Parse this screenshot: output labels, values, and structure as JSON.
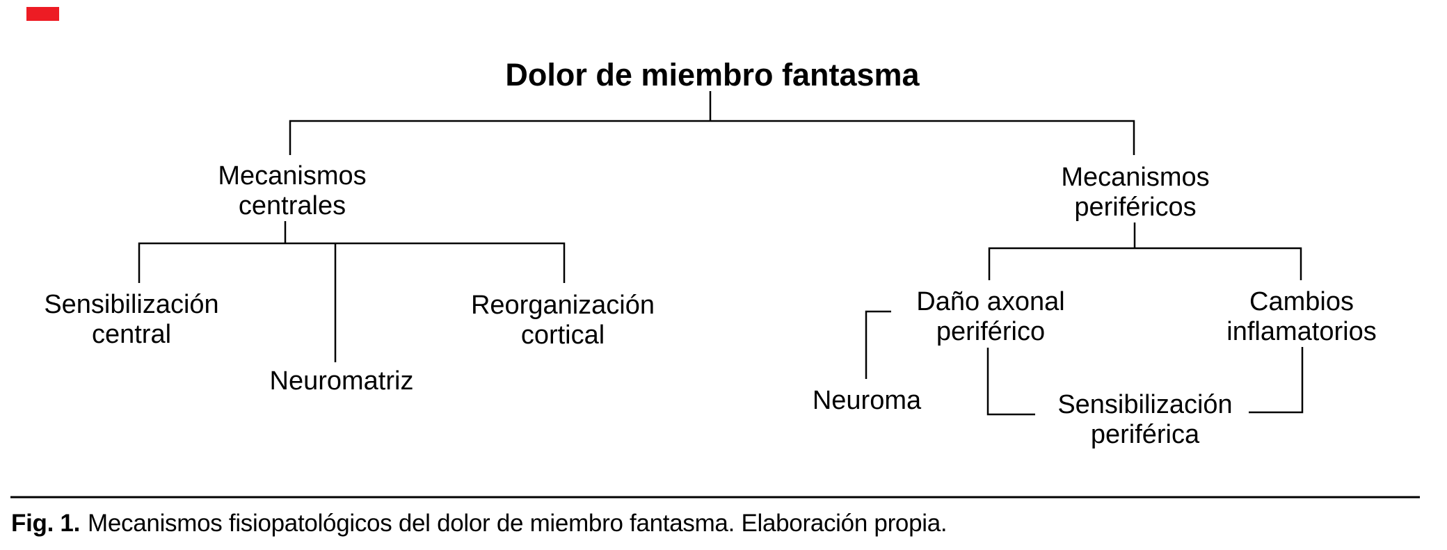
{
  "figure": {
    "title": "Dolor de miembro fantasma",
    "caption_label": "Fig. 1.",
    "caption_text": "Mecanismos fisiopatológicos del dolor de miembro fantasma. Elaboración propia.",
    "colors": {
      "background": "#ffffff",
      "line": "#000000",
      "text": "#000000",
      "corner_marker_red": "#ed1c24"
    }
  },
  "nodes": {
    "central": {
      "line1": "Mecanismos",
      "line2": "centrales"
    },
    "peripheral": {
      "line1": "Mecanismos",
      "line2": "periféricos"
    },
    "sens_central": {
      "line1": "Sensibilización",
      "line2": "central"
    },
    "neuromatriz": {
      "label": "Neuromatriz"
    },
    "reorg_cortical": {
      "line1": "Reorganización",
      "line2": "cortical"
    },
    "dano_axonal": {
      "line1": "Daño axonal",
      "line2": "periférico"
    },
    "cambios_inflamatorios": {
      "line1": "Cambios",
      "line2": "inflamatorios"
    },
    "neuroma": {
      "label": "Neuroma"
    },
    "sens_periferica": {
      "line1": "Sensibilización",
      "line2": "periférica"
    }
  }
}
